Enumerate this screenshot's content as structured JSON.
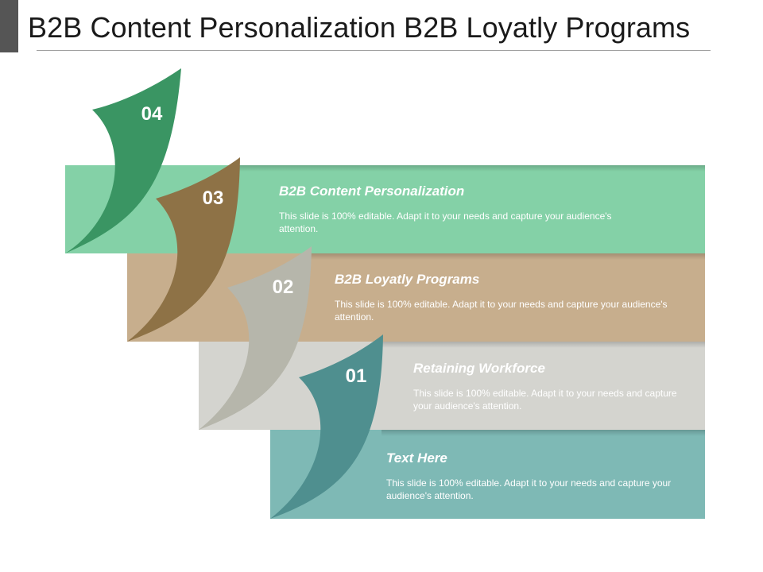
{
  "title": "B2B Content Personalization B2B Loyatly Programs",
  "steps": [
    {
      "number": "04",
      "heading": "B2B Content Personalization",
      "description": "This slide is 100% editable.  Adapt it to your needs and capture your audience's attention.",
      "bar_color": "#84d1a7",
      "ribbon_color": "#3a9563"
    },
    {
      "number": "03",
      "heading": "B2B Loyatly Programs",
      "description": "This slide is 100% editable.  Adapt it to your needs and capture your audience's attention.",
      "bar_color": "#c7ae8d",
      "ribbon_color": "#8e7246"
    },
    {
      "number": "02",
      "heading": "Retaining Workforce",
      "description": "This slide is 100% editable.  Adapt it to your needs and capture your audience's attention.",
      "bar_color": "#d4d4cf",
      "ribbon_color": "#b6b6ab"
    },
    {
      "number": "01",
      "heading": "Text Here",
      "description": "This slide is 100% editable.  Adapt it to your needs and capture your audience's attention.",
      "bar_color": "#7eb9b5",
      "ribbon_color": "#4f8f8f"
    }
  ]
}
